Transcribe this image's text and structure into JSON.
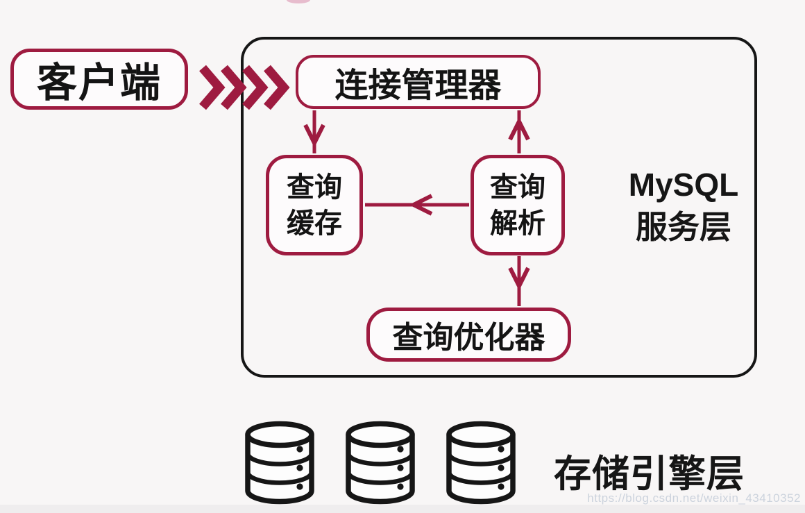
{
  "client": {
    "label": "客户端"
  },
  "service_layer": {
    "title_line1": "MySQL",
    "title_line2": "服务层",
    "connection_manager": {
      "label": "连接管理器"
    },
    "query_cache": {
      "line1": "查询",
      "line2": "缓存"
    },
    "query_parser": {
      "line1": "查询",
      "line2": "解析"
    },
    "query_optimizer": {
      "label": "查询优化器"
    }
  },
  "storage_layer": {
    "label": "存储引擎层",
    "database_count": 3
  },
  "connections": [
    {
      "from": "client",
      "to": "connection_manager",
      "style": "chevrons"
    },
    {
      "from": "connection_manager",
      "to": "query_cache",
      "style": "arrow-down"
    },
    {
      "from": "query_parser",
      "to": "connection_manager",
      "style": "arrow-up"
    },
    {
      "from": "query_parser",
      "to": "query_cache",
      "style": "arrow-left"
    },
    {
      "from": "query_parser",
      "to": "query_optimizer",
      "style": "arrow-down"
    }
  ],
  "colors": {
    "accent": "#9e1b40",
    "outline": "#161616",
    "background": "#f8f6f6",
    "watermark_text": "#ccd3dd"
  },
  "watermark": {
    "text": "https://blog.csdn.net/weixin_43410352"
  }
}
